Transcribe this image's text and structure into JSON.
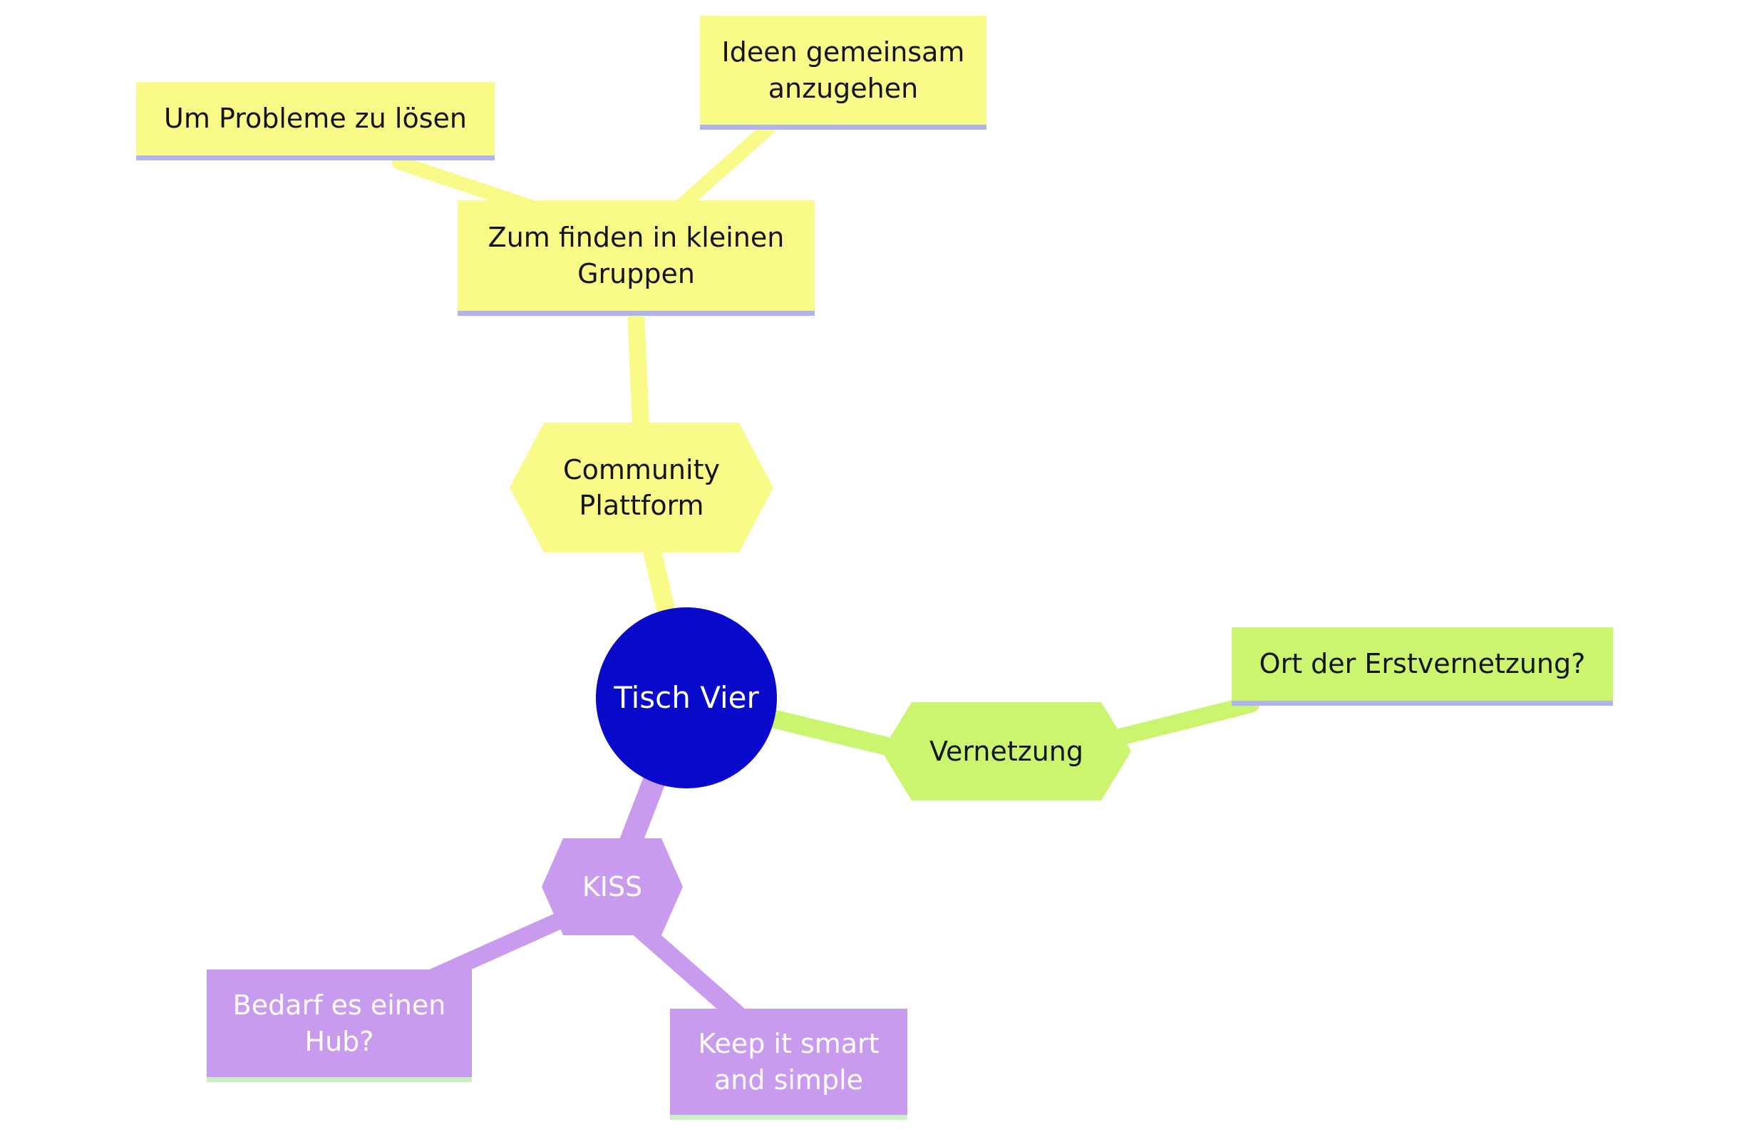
{
  "diagram": {
    "type": "mindmap",
    "nodes": {
      "root": {
        "label": "Tisch Vier",
        "shape": "circle",
        "color": "blue"
      },
      "community_plattform": {
        "label": "Community Plattform",
        "shape": "hexagon",
        "branch": "yellow",
        "parent": "root"
      },
      "zum_finden": {
        "label": "Zum finden in kleinen Gruppen",
        "shape": "rectangle",
        "branch": "yellow",
        "parent": "community_plattform"
      },
      "um_probleme": {
        "label": "Um Probleme zu lösen",
        "shape": "rectangle",
        "branch": "yellow",
        "parent": "zum_finden"
      },
      "ideen_gemeinsam": {
        "label": "Ideen gemeinsam anzugehen",
        "shape": "rectangle",
        "branch": "yellow",
        "parent": "zum_finden"
      },
      "vernetzung": {
        "label": "Vernetzung",
        "shape": "hexagon",
        "branch": "green",
        "parent": "root"
      },
      "ort_der_erstvernetzung": {
        "label": "Ort der Erstvernetzung?",
        "shape": "rectangle",
        "branch": "green",
        "parent": "vernetzung"
      },
      "kiss": {
        "label": "KISS",
        "shape": "hexagon",
        "branch": "purple",
        "parent": "root"
      },
      "bedarf_hub": {
        "label": "Bedarf es einen Hub?",
        "shape": "rectangle",
        "branch": "purple",
        "parent": "kiss"
      },
      "keep_it_smart": {
        "label": "Keep it smart and simple",
        "shape": "rectangle",
        "branch": "purple",
        "parent": "kiss"
      }
    },
    "edges": [
      {
        "from": "root",
        "to": "community_plattform"
      },
      {
        "from": "community_plattform",
        "to": "zum_finden"
      },
      {
        "from": "zum_finden",
        "to": "um_probleme"
      },
      {
        "from": "zum_finden",
        "to": "ideen_gemeinsam"
      },
      {
        "from": "root",
        "to": "vernetzung"
      },
      {
        "from": "vernetzung",
        "to": "ort_der_erstvernetzung"
      },
      {
        "from": "root",
        "to": "kiss"
      },
      {
        "from": "kiss",
        "to": "bedarf_hub"
      },
      {
        "from": "kiss",
        "to": "keep_it_smart"
      }
    ]
  },
  "colors": {
    "background": "#FFFFFF",
    "branch_yellow": "#FAFA88",
    "branch_green": "#CCF56F",
    "branch_purple": "#C89BEF",
    "root_blue": "#0A0ACC",
    "underline_lavender": "#AFB3EE",
    "underline_pale_green": "#CBEFC4",
    "text_dark": "#141414",
    "text_light": "#FFFFFF"
  }
}
